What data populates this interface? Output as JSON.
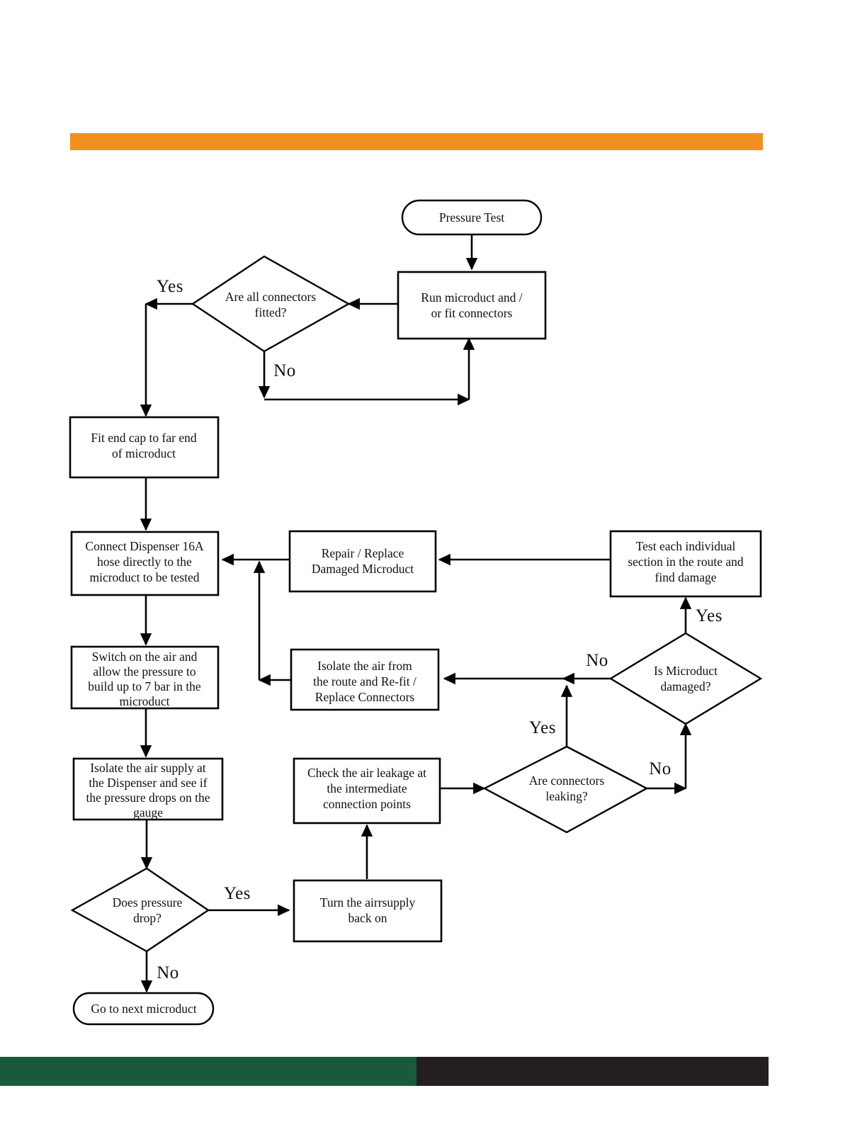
{
  "page": {
    "accent_bar_color": "#F1901F",
    "footer_left_color": "#1a5a3c",
    "footer_right_color": "#231f20",
    "background_color": "#ffffff"
  },
  "chart_data": {
    "type": "diagram",
    "subtype": "flowchart",
    "title": "Pressure Test",
    "nodes": [
      {
        "id": "start",
        "shape": "terminator",
        "lines": [
          "Pressure Test"
        ]
      },
      {
        "id": "run",
        "shape": "process",
        "lines": [
          "Run microduct and /",
          "or fit connectors"
        ]
      },
      {
        "id": "allfitted",
        "shape": "decision",
        "lines": [
          "Are all connectors",
          "fitted?"
        ]
      },
      {
        "id": "endcap",
        "shape": "process",
        "lines": [
          "Fit end cap to far end",
          "of microduct"
        ]
      },
      {
        "id": "connect",
        "shape": "process",
        "lines": [
          "Connect Dispenser 16A",
          "hose directly to the",
          "microduct to be tested"
        ]
      },
      {
        "id": "repair",
        "shape": "process",
        "lines": [
          "Repair / Replace",
          "Damaged Microduct"
        ]
      },
      {
        "id": "testsection",
        "shape": "process",
        "lines": [
          "Test each individual",
          "section in the route and",
          "find damage"
        ]
      },
      {
        "id": "switchon",
        "shape": "process",
        "lines": [
          "Switch on the air and",
          "allow the pressure to",
          "build up to 7 bar in the",
          "microduct"
        ]
      },
      {
        "id": "isolateair",
        "shape": "process",
        "lines": [
          "Isolate the air from",
          "the route and Re-fit /",
          "Replace Connectors"
        ]
      },
      {
        "id": "microductdmg",
        "shape": "decision",
        "lines": [
          "Is Microduct",
          "damaged?"
        ]
      },
      {
        "id": "isolatesupply",
        "shape": "process",
        "lines": [
          "Isolate the air supply at",
          "the Dispenser and see if",
          "the pressure drops on the",
          "gauge"
        ]
      },
      {
        "id": "checkleak",
        "shape": "process",
        "lines": [
          "Check the air leakage at",
          "the intermediate",
          "connection points"
        ]
      },
      {
        "id": "connleaking",
        "shape": "decision",
        "lines": [
          "Are connectors",
          "leaking?"
        ]
      },
      {
        "id": "pressuredrop",
        "shape": "decision",
        "lines": [
          "Does pressure",
          "drop?"
        ]
      },
      {
        "id": "turnair",
        "shape": "process",
        "lines": [
          "Turn the airrsupply",
          "back on"
        ]
      },
      {
        "id": "next",
        "shape": "terminator",
        "lines": [
          "Go to next microduct"
        ]
      }
    ],
    "edges": [
      {
        "from": "start",
        "to": "run",
        "label": ""
      },
      {
        "from": "run",
        "to": "allfitted",
        "label": ""
      },
      {
        "from": "allfitted",
        "to": "endcap",
        "label": "Yes"
      },
      {
        "from": "allfitted",
        "to": "run",
        "label": "No"
      },
      {
        "from": "endcap",
        "to": "connect",
        "label": ""
      },
      {
        "from": "connect",
        "to": "switchon",
        "label": ""
      },
      {
        "from": "switchon",
        "to": "isolatesupply",
        "label": ""
      },
      {
        "from": "isolatesupply",
        "to": "pressuredrop",
        "label": ""
      },
      {
        "from": "pressuredrop",
        "to": "turnair",
        "label": "Yes"
      },
      {
        "from": "pressuredrop",
        "to": "next",
        "label": "No"
      },
      {
        "from": "turnair",
        "to": "checkleak",
        "label": ""
      },
      {
        "from": "checkleak",
        "to": "connleaking",
        "label": ""
      },
      {
        "from": "connleaking",
        "to": "isolateair",
        "label": "Yes"
      },
      {
        "from": "connleaking",
        "to": "microductdmg",
        "label": "No"
      },
      {
        "from": "microductdmg",
        "to": "testsection",
        "label": "Yes"
      },
      {
        "from": "microductdmg",
        "to": "isolateair",
        "label": "No"
      },
      {
        "from": "testsection",
        "to": "repair",
        "label": ""
      },
      {
        "from": "repair",
        "to": "connect",
        "label": ""
      },
      {
        "from": "isolateair",
        "to": "connect",
        "label": ""
      }
    ],
    "edge_labels": {
      "allfitted_yes": "Yes",
      "allfitted_no": "No",
      "microduct_yes": "Yes",
      "microduct_no": "No",
      "leaking_yes": "Yes",
      "leaking_no": "No",
      "pressure_yes": "Yes",
      "pressure_no": "No"
    }
  }
}
